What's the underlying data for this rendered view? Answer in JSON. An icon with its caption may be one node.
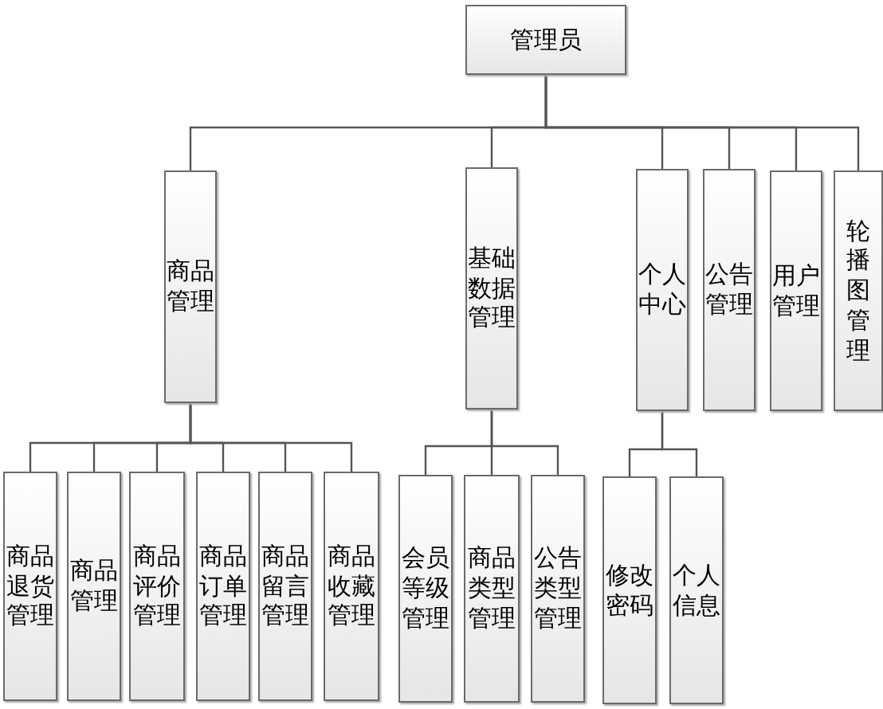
{
  "diagram": {
    "nodes": [
      {
        "text": [
          "管理员"
        ]
      },
      {
        "text": [
          "商品管理"
        ]
      },
      {
        "text": [
          "基础数据管理"
        ]
      },
      {
        "text": [
          "个人中心"
        ]
      },
      {
        "text": [
          "公告管理"
        ]
      },
      {
        "text": [
          "用户管理"
        ]
      },
      {
        "text": [
          "轮播图管理"
        ]
      },
      {
        "text": [
          "商品退货管理"
        ]
      },
      {
        "text": [
          "商品管理"
        ]
      },
      {
        "text": [
          "商品评价管理"
        ]
      },
      {
        "text": [
          "商品订单管理"
        ]
      },
      {
        "text": [
          "商品留言管理"
        ]
      },
      {
        "text": [
          "商品收藏管理"
        ]
      },
      {
        "text": [
          "会员等级管理"
        ]
      },
      {
        "text": [
          "商品类型管理"
        ]
      },
      {
        "text": [
          "公告类型管理"
        ]
      },
      {
        "text": [
          "修改密码"
        ]
      },
      {
        "text": [
          "个人信息"
        ]
      }
    ],
    "edges": [
      {
        "from": 0,
        "to": 1,
        "arrow": "none"
      },
      {
        "from": 0,
        "to": 2,
        "arrow": "none"
      },
      {
        "from": 0,
        "to": 3,
        "arrow": "none"
      },
      {
        "from": 0,
        "to": 4,
        "arrow": "none"
      },
      {
        "from": 0,
        "to": 5,
        "arrow": "none"
      },
      {
        "from": 0,
        "to": 6,
        "arrow": "none"
      },
      {
        "from": 1,
        "to": 7,
        "arrow": "none"
      },
      {
        "from": 1,
        "to": 8,
        "arrow": "none"
      },
      {
        "from": 1,
        "to": 9,
        "arrow": "none"
      },
      {
        "from": 1,
        "to": 10,
        "arrow": "none"
      },
      {
        "from": 1,
        "to": 11,
        "arrow": "none"
      },
      {
        "from": 1,
        "to": 12,
        "arrow": "none"
      },
      {
        "from": 2,
        "to": 13,
        "arrow": "none"
      },
      {
        "from": 2,
        "to": 14,
        "arrow": "none"
      },
      {
        "from": 2,
        "to": 15,
        "arrow": "none"
      },
      {
        "from": 3,
        "to": 16,
        "arrow": "none"
      },
      {
        "from": 3,
        "to": 17,
        "arrow": "none"
      }
    ]
  }
}
